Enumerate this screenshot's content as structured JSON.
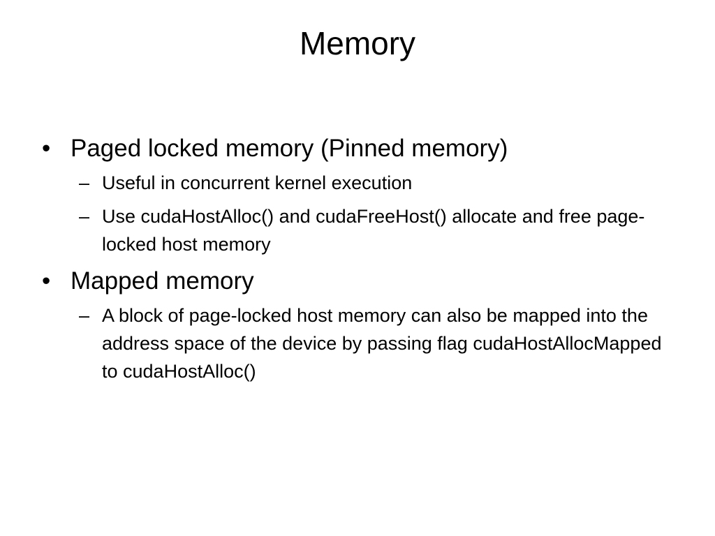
{
  "slide": {
    "title": "Memory",
    "items": [
      {
        "bullet": "•",
        "text": "Paged locked memory (Pinned memory)",
        "subitems": [
          {
            "dash": "–",
            "text": "Useful in concurrent kernel execution"
          },
          {
            "dash": "–",
            "text": "Use cudaHostAlloc() and cudaFreeHost() allocate and free page-locked host memory"
          }
        ]
      },
      {
        "bullet": "•",
        "text": "Mapped memory",
        "subitems": [
          {
            "dash": "–",
            "text": "A block of page-locked host memory can also be mapped into the address space of the device by passing flag cudaHostAllocMapped to cudaHostAlloc()"
          }
        ]
      }
    ]
  }
}
